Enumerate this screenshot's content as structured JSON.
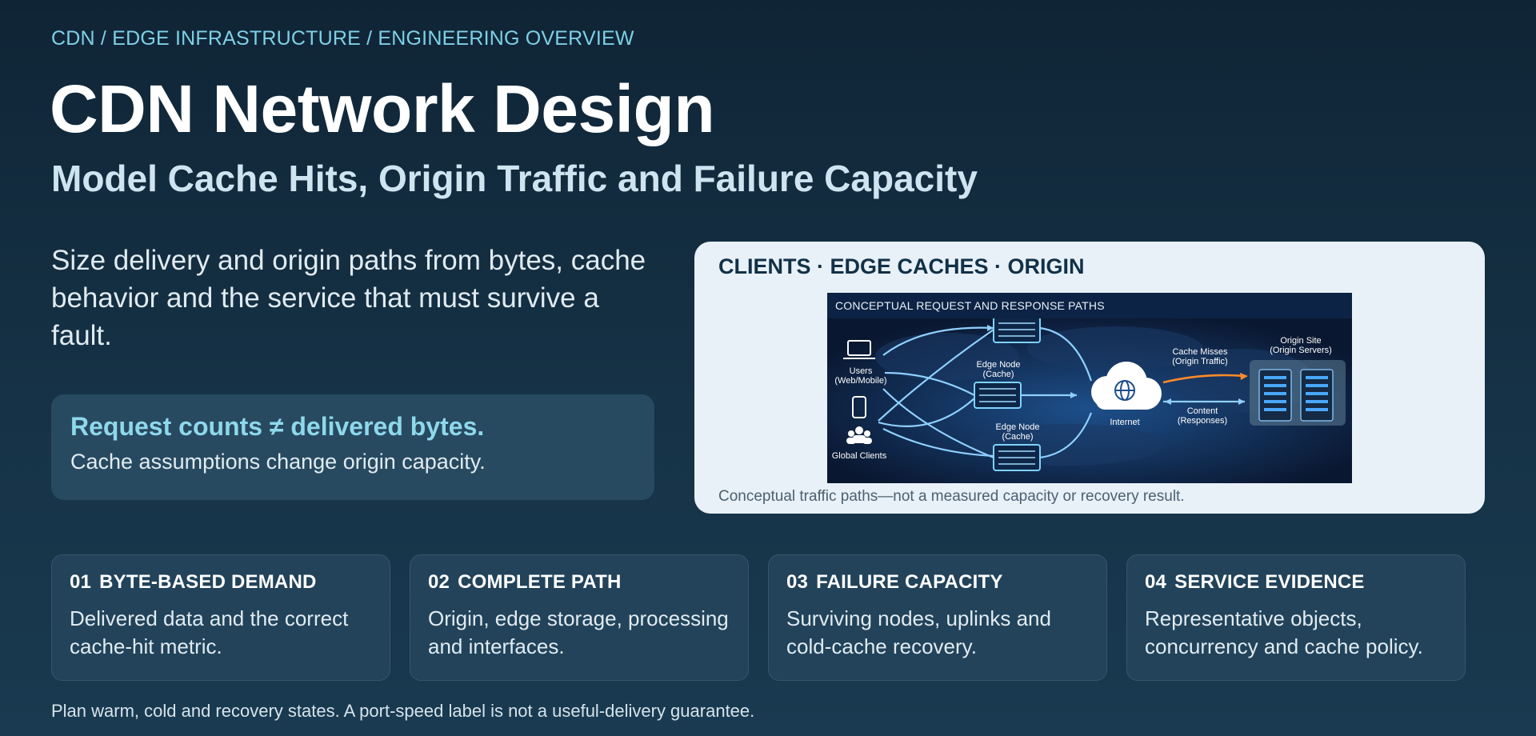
{
  "breadcrumb": "CDN / EDGE INFRASTRUCTURE / ENGINEERING OVERVIEW",
  "title": "CDN Network Design",
  "subtitle": "Model Cache Hits, Origin Traffic and Failure Capacity",
  "intro": "Size delivery and origin paths from bytes, cache behavior and the service that must survive a fault.",
  "callout": {
    "heading": "Request counts ≠ delivered bytes.",
    "body": "Cache assumptions change origin capacity."
  },
  "panel": {
    "title": "CLIENTS · EDGE CACHES · ORIGIN",
    "caption": "Conceptual traffic paths—not a measured capacity or recovery result.",
    "diagram": {
      "header": "CONCEPTUAL REQUEST AND RESPONSE PATHS",
      "users": "Users\n(Web/Mobile)",
      "global_clients": "Global Clients",
      "edge_node_mid": "Edge Node\n(Cache)",
      "edge_node_bottom": "Edge Node\n(Cache)",
      "internet": "Internet",
      "cache_misses": "Cache Misses\n(Origin Traffic)",
      "content": "Content\n(Responses)",
      "origin_site": "Origin Site\n(Origin Servers)"
    }
  },
  "cards": [
    {
      "num": "01",
      "title": "BYTE-BASED DEMAND",
      "body": "Delivered data and the correct cache-hit metric."
    },
    {
      "num": "02",
      "title": "COMPLETE PATH",
      "body": "Origin, edge storage, processing and interfaces."
    },
    {
      "num": "03",
      "title": "FAILURE CAPACITY",
      "body": "Surviving nodes, uplinks and cold-cache recovery."
    },
    {
      "num": "04",
      "title": "SERVICE EVIDENCE",
      "body": "Representative objects, concurrency and cache policy."
    }
  ],
  "footer": "Plan warm, cold and recovery states. A port-speed label is not a useful-delivery guarantee.",
  "colors": {
    "accent": "#7fd0e6",
    "panel": "#e8f1f8",
    "card": "#22435a"
  }
}
